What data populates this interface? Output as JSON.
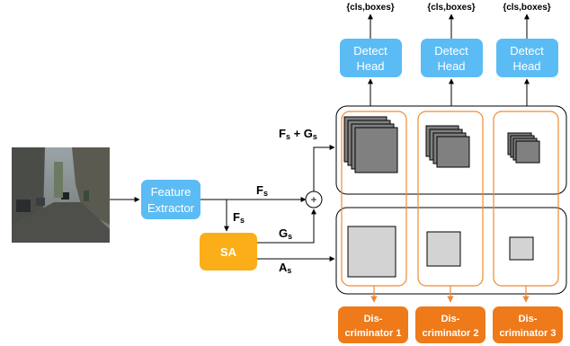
{
  "input_image": {
    "description_icon": "street-scene-image"
  },
  "feature_extractor": {
    "line1": "Feature",
    "line2": "Extractor"
  },
  "sa": {
    "label": "SA"
  },
  "detect_heads": [
    {
      "line1": "Detect",
      "line2": "Head",
      "output": "{cls,boxes}"
    },
    {
      "line1": "Detect",
      "line2": "Head",
      "output": "{cls,boxes}"
    },
    {
      "line1": "Detect",
      "line2": "Head",
      "output": "{cls,boxes}"
    }
  ],
  "discriminators": [
    {
      "line1": "Dis-",
      "line2": "criminator 1"
    },
    {
      "line1": "Dis-",
      "line2": "criminator 2"
    },
    {
      "line1": "Dis-",
      "line2": "criminator 3"
    }
  ],
  "symbols": {
    "fs_main": "F",
    "fs_main_sub": "s",
    "fs_down": "F",
    "fs_down_sub": "s",
    "gs": "G",
    "gs_sub": "s",
    "as": "A",
    "as_sub": "s",
    "sum_f": "F",
    "sum_f_sub": "s",
    "sum_plus": " + ",
    "sum_g": "G",
    "sum_g_sub": "s",
    "plus_circle": "+"
  },
  "colors": {
    "blue": "#5BBCF5",
    "orange_sa": "#FBAE17",
    "orange_disc": "#EE7A1A",
    "orange_line": "#EE8A33",
    "feature_dark": "#808080",
    "attention_light": "#D3D3D3"
  }
}
